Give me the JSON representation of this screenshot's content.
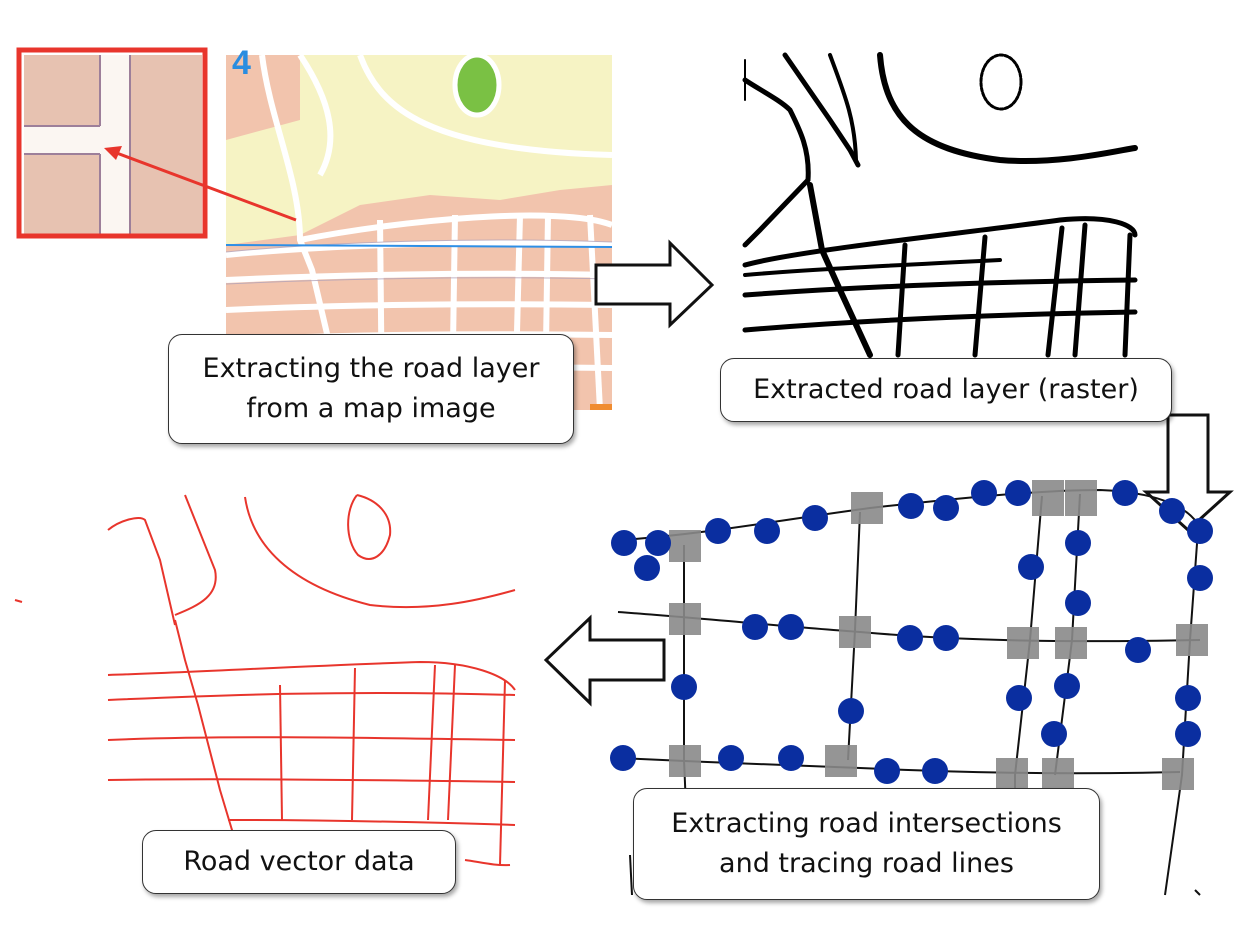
{
  "panels": {
    "map_image": {
      "badge": "4"
    },
    "step1": {
      "line1": "Extracting the road layer",
      "line2": "from a map image"
    },
    "step2": {
      "label": "Extracted road layer (raster)"
    },
    "step3": {
      "line1": "Extracting road intersections",
      "line2": "and tracing road lines"
    },
    "step4": {
      "label": "Road vector data"
    }
  },
  "colors": {
    "map_background": "#f6f3c4",
    "map_blocks": "#f2c4ad",
    "map_roads": "#ffffff",
    "park": "#7ac144",
    "highlight_box": "#e8352c",
    "scan_line": "#2e8fe6",
    "raster_roads": "#000000",
    "vector_roads": "#e8352c",
    "road_points": "#0a2ea0",
    "intersections": "#8a8a8a"
  }
}
